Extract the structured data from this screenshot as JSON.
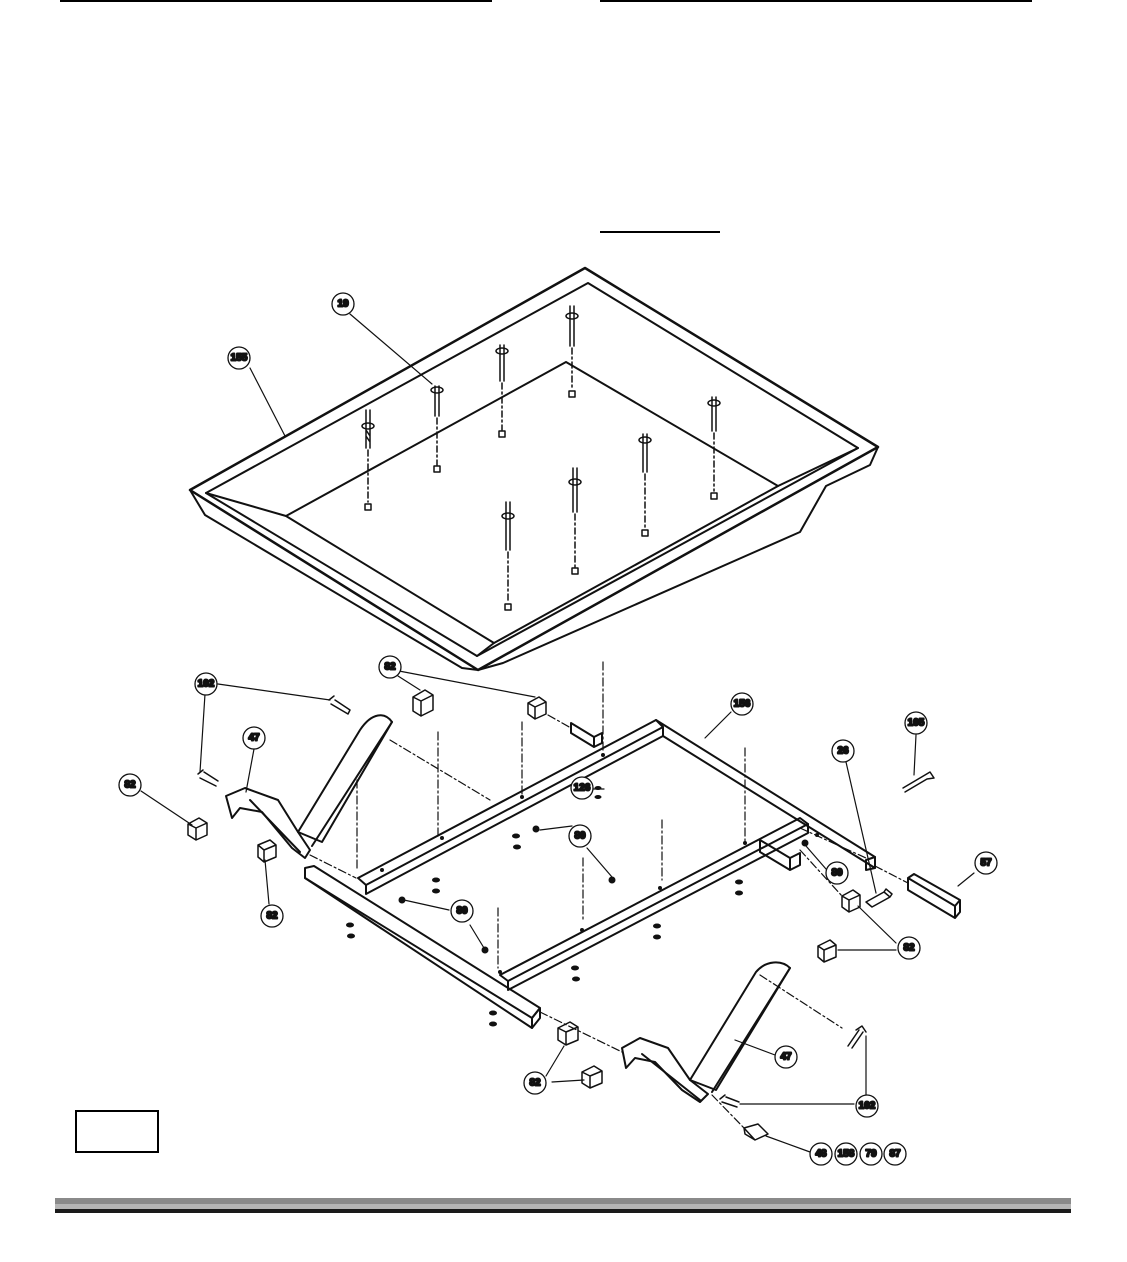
{
  "diagram": {
    "callouts": {
      "c155": "155",
      "c19": "19",
      "c82a": "82",
      "c102a": "102",
      "c47a": "47",
      "c82b": "82",
      "c82c": "82",
      "c156": "156",
      "c105": "105",
      "c26": "26",
      "c126": "126",
      "c80a": "80",
      "c80b": "80",
      "c80c": "80",
      "c57": "57",
      "c82d": "82",
      "c47b": "47",
      "c102b": "102",
      "c82e": "82",
      "c48": "48",
      "c158": "158",
      "c79": "79",
      "c87": "87"
    }
  }
}
